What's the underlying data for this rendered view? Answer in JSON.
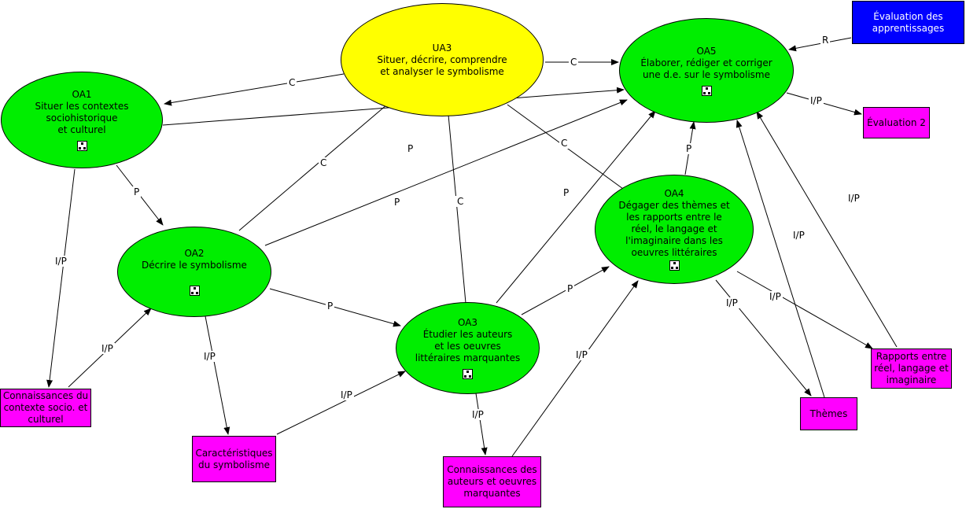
{
  "nodes": {
    "ua3": {
      "label": "UA3\nSituer, décrire, comprendre\net analyser le symbolisme"
    },
    "oa5": {
      "label": "OA5\nÉlaborer, rédiger et corriger\nune d.e. sur le symbolisme"
    },
    "oa1": {
      "label": "OA1\nSituer les contextes\nsociohistorique\net culturel"
    },
    "oa2": {
      "label": "OA2\nDécrire le symbolisme"
    },
    "oa3": {
      "label": "OA3\nÉtudier les auteurs\net les oeuvres\nlittéraires marquantes"
    },
    "oa4": {
      "label": "OA4\nDégager des thèmes et\nles rapports entre le\nréel, le langage et\nl'imaginaire dans les\noeuvres littéraires"
    },
    "eval_app": {
      "label": "Évaluation des\napprentissages"
    },
    "eval2": {
      "label": "Évaluation 2"
    },
    "conn_ctx": {
      "label": "Connaissances du\ncontexte socio. et\nculturel"
    },
    "carac": {
      "label": "Caractéristiques\ndu symbolisme"
    },
    "conn_aut": {
      "label": "Connaissances des\nauteurs et oeuvres\nmarquantes"
    },
    "themes": {
      "label": "Thèmes"
    },
    "rapports": {
      "label": "Rapports entre\nréel, langage et\nimaginaire"
    }
  },
  "edges": [
    {
      "id": "e1",
      "label": "C"
    },
    {
      "id": "e2",
      "label": "C"
    },
    {
      "id": "e3",
      "label": "C"
    },
    {
      "id": "e4",
      "label": "C"
    },
    {
      "id": "e5",
      "label": "C"
    },
    {
      "id": "e6",
      "label": "P"
    },
    {
      "id": "e7",
      "label": "P"
    },
    {
      "id": "e8",
      "label": "I/P"
    },
    {
      "id": "e9",
      "label": "I/P"
    },
    {
      "id": "e10",
      "label": "P"
    },
    {
      "id": "e11",
      "label": "I/P"
    },
    {
      "id": "e12",
      "label": "P"
    },
    {
      "id": "e13",
      "label": "I/P"
    },
    {
      "id": "e14",
      "label": "P"
    },
    {
      "id": "e15",
      "label": "P"
    },
    {
      "id": "e16",
      "label": "I/P"
    },
    {
      "id": "e17",
      "label": "I/P"
    },
    {
      "id": "e18",
      "label": "P"
    },
    {
      "id": "e19",
      "label": "I/P"
    },
    {
      "id": "e20",
      "label": "I/P"
    },
    {
      "id": "e21",
      "label": "I/P"
    },
    {
      "id": "e22",
      "label": "I/P"
    },
    {
      "id": "e23",
      "label": "R"
    },
    {
      "id": "e24",
      "label": "I/P"
    }
  ]
}
